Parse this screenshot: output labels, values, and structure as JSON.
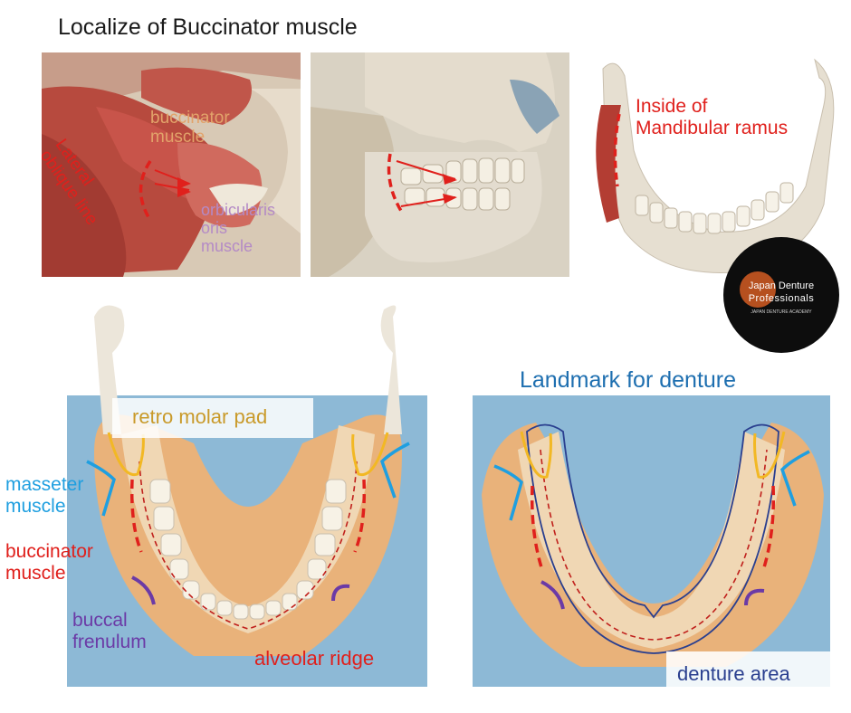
{
  "title": "Localize of Buccinator muscle",
  "panel1": {
    "buccinator": [
      "buccinator",
      "muscle"
    ],
    "lateral": [
      "Lateral",
      "oblique line"
    ],
    "orbicularis": [
      "orbicularis",
      "oris",
      "muscle"
    ]
  },
  "panel3": {
    "inside": [
      "Inside of",
      "Mandibular ramus"
    ]
  },
  "logo": {
    "line1": "Japan Denture",
    "line2": "Professionals",
    "line3": "JAPAN DENTURE ACADEMY"
  },
  "left_model": {
    "retro_molar_pad": "retro molar pad",
    "masseter": [
      "masseter",
      "muscle"
    ],
    "buccinator": [
      "buccinator",
      "muscle"
    ],
    "buccal": [
      "buccal",
      "frenulum"
    ],
    "alveolar_ridge": "alveolar ridge"
  },
  "right_model": {
    "heading": "Landmark for denture",
    "denture_area": "denture area"
  },
  "colors": {
    "buccinator": "#e0201c",
    "masseter": "#1f9fe0",
    "retro_molar_pad": "#f2b824",
    "buccal_frenulum": "#6b3aa6",
    "denture_area": "#2a3f8f",
    "heading": "#1e6fb0"
  }
}
